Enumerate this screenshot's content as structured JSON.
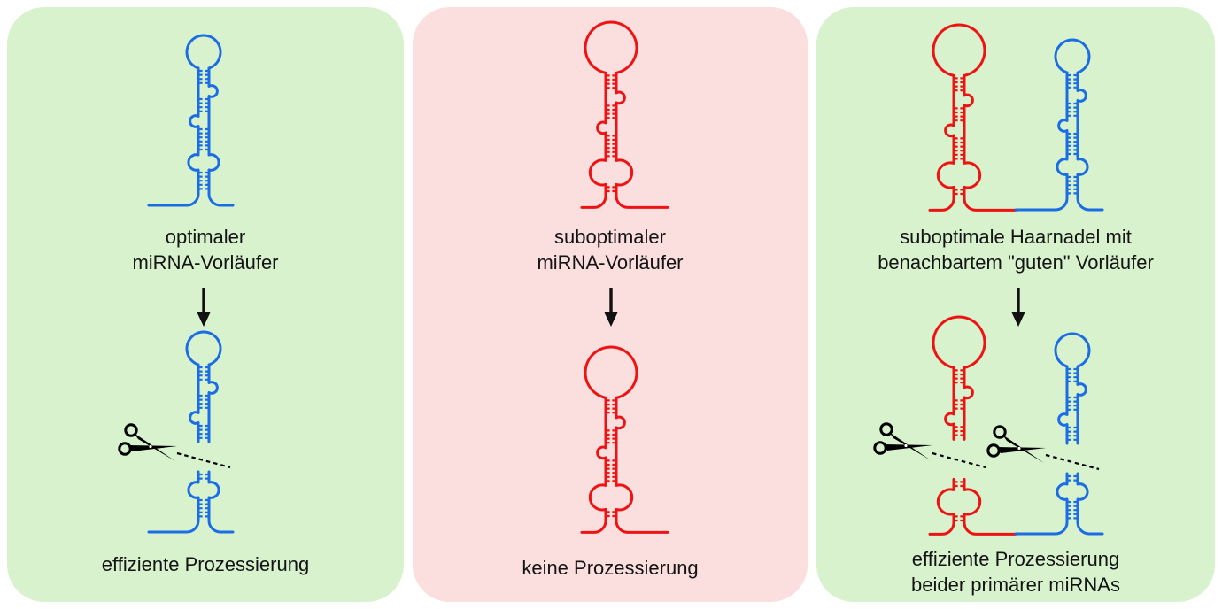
{
  "figure_title": "miRNA precursor processing diagram",
  "colors": {
    "optimal_rna": "#1a6de4",
    "suboptimal_rna": "#ee1212",
    "panel_positive_bg": "#d7f2cd",
    "panel_negative_bg": "#fbdede",
    "text": "#141414",
    "scissors": "#000000"
  },
  "panels": [
    {
      "name": "optimal-precursor",
      "tone": "positive",
      "top_label": "optimaler\nmiRNA-Vorläufer",
      "bottom_label": "effiziente Prozessierung",
      "top_figures": [
        {
          "type": "optimal-hairpin",
          "color_role": "optimal_rna",
          "cut": false
        }
      ],
      "bottom_figures": [
        {
          "type": "optimal-hairpin",
          "color_role": "optimal_rna",
          "cut": true
        }
      ]
    },
    {
      "name": "suboptimal-precursor",
      "tone": "negative",
      "top_label": "suboptimaler\nmiRNA-Vorläufer",
      "bottom_label": "keine Prozessierung",
      "top_figures": [
        {
          "type": "suboptimal-hairpin",
          "color_role": "suboptimal_rna",
          "cut": false
        }
      ],
      "bottom_figures": [
        {
          "type": "suboptimal-hairpin",
          "color_role": "suboptimal_rna",
          "cut": false
        }
      ]
    },
    {
      "name": "suboptimal-with-neighbor",
      "tone": "positive",
      "top_label": "suboptimale Haarnadel mit\nbenachbartem \"guten\" Vorläufer",
      "bottom_label": "effiziente Prozessierung\nbeider primärer miRNAs",
      "top_figures": [
        {
          "type": "suboptimal-hairpin",
          "color_role": "suboptimal_rna",
          "cut": false
        },
        {
          "type": "optimal-hairpin",
          "color_role": "optimal_rna",
          "cut": false
        }
      ],
      "bottom_figures": [
        {
          "type": "suboptimal-hairpin",
          "color_role": "suboptimal_rna",
          "cut": true
        },
        {
          "type": "optimal-hairpin",
          "color_role": "optimal_rna",
          "cut": true
        }
      ]
    }
  ]
}
